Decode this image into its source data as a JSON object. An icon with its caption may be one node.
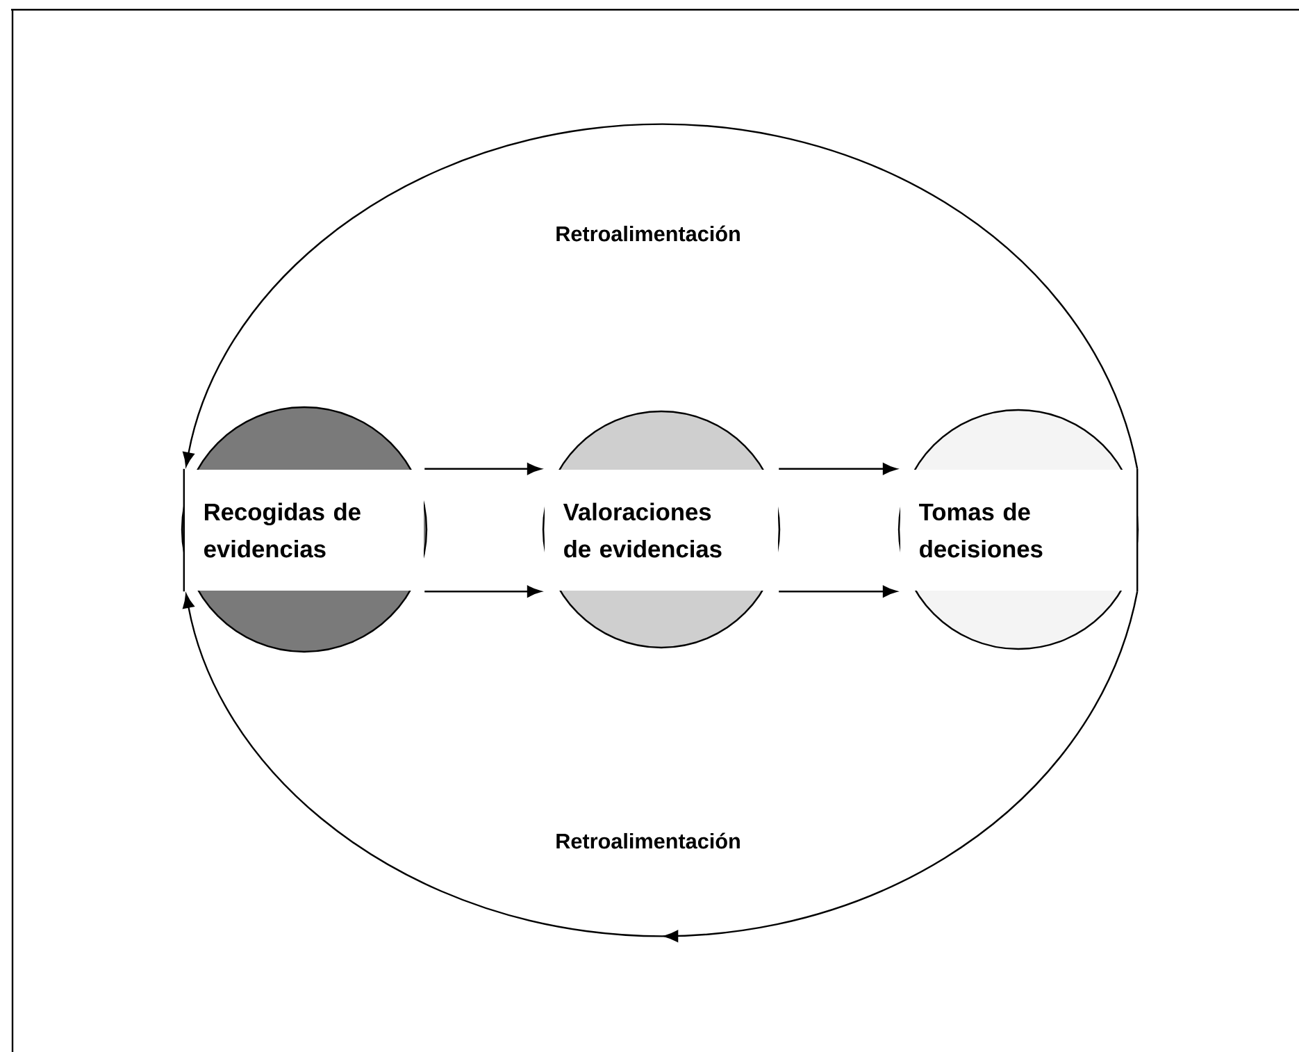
{
  "diagram": {
    "nodes": [
      {
        "text": [
          "Recogidas de evidencias"
        ]
      },
      {
        "text": [
          "Valoraciones de evidencias"
        ]
      },
      {
        "text": [
          "Tomas de decisiones"
        ]
      }
    ],
    "edges": [
      {
        "from": 0,
        "to": 1,
        "arrow": "to"
      },
      {
        "from": 0,
        "to": 1,
        "arrow": "to"
      },
      {
        "from": 1,
        "to": 2,
        "arrow": "to"
      },
      {
        "from": 1,
        "to": 2,
        "arrow": "to"
      },
      {
        "from": 2,
        "to": 0,
        "arrow": "to",
        "label": "Retroalimentación"
      },
      {
        "from": 2,
        "to": 0,
        "arrow": "to",
        "label": "Retroalimentación"
      }
    ]
  }
}
